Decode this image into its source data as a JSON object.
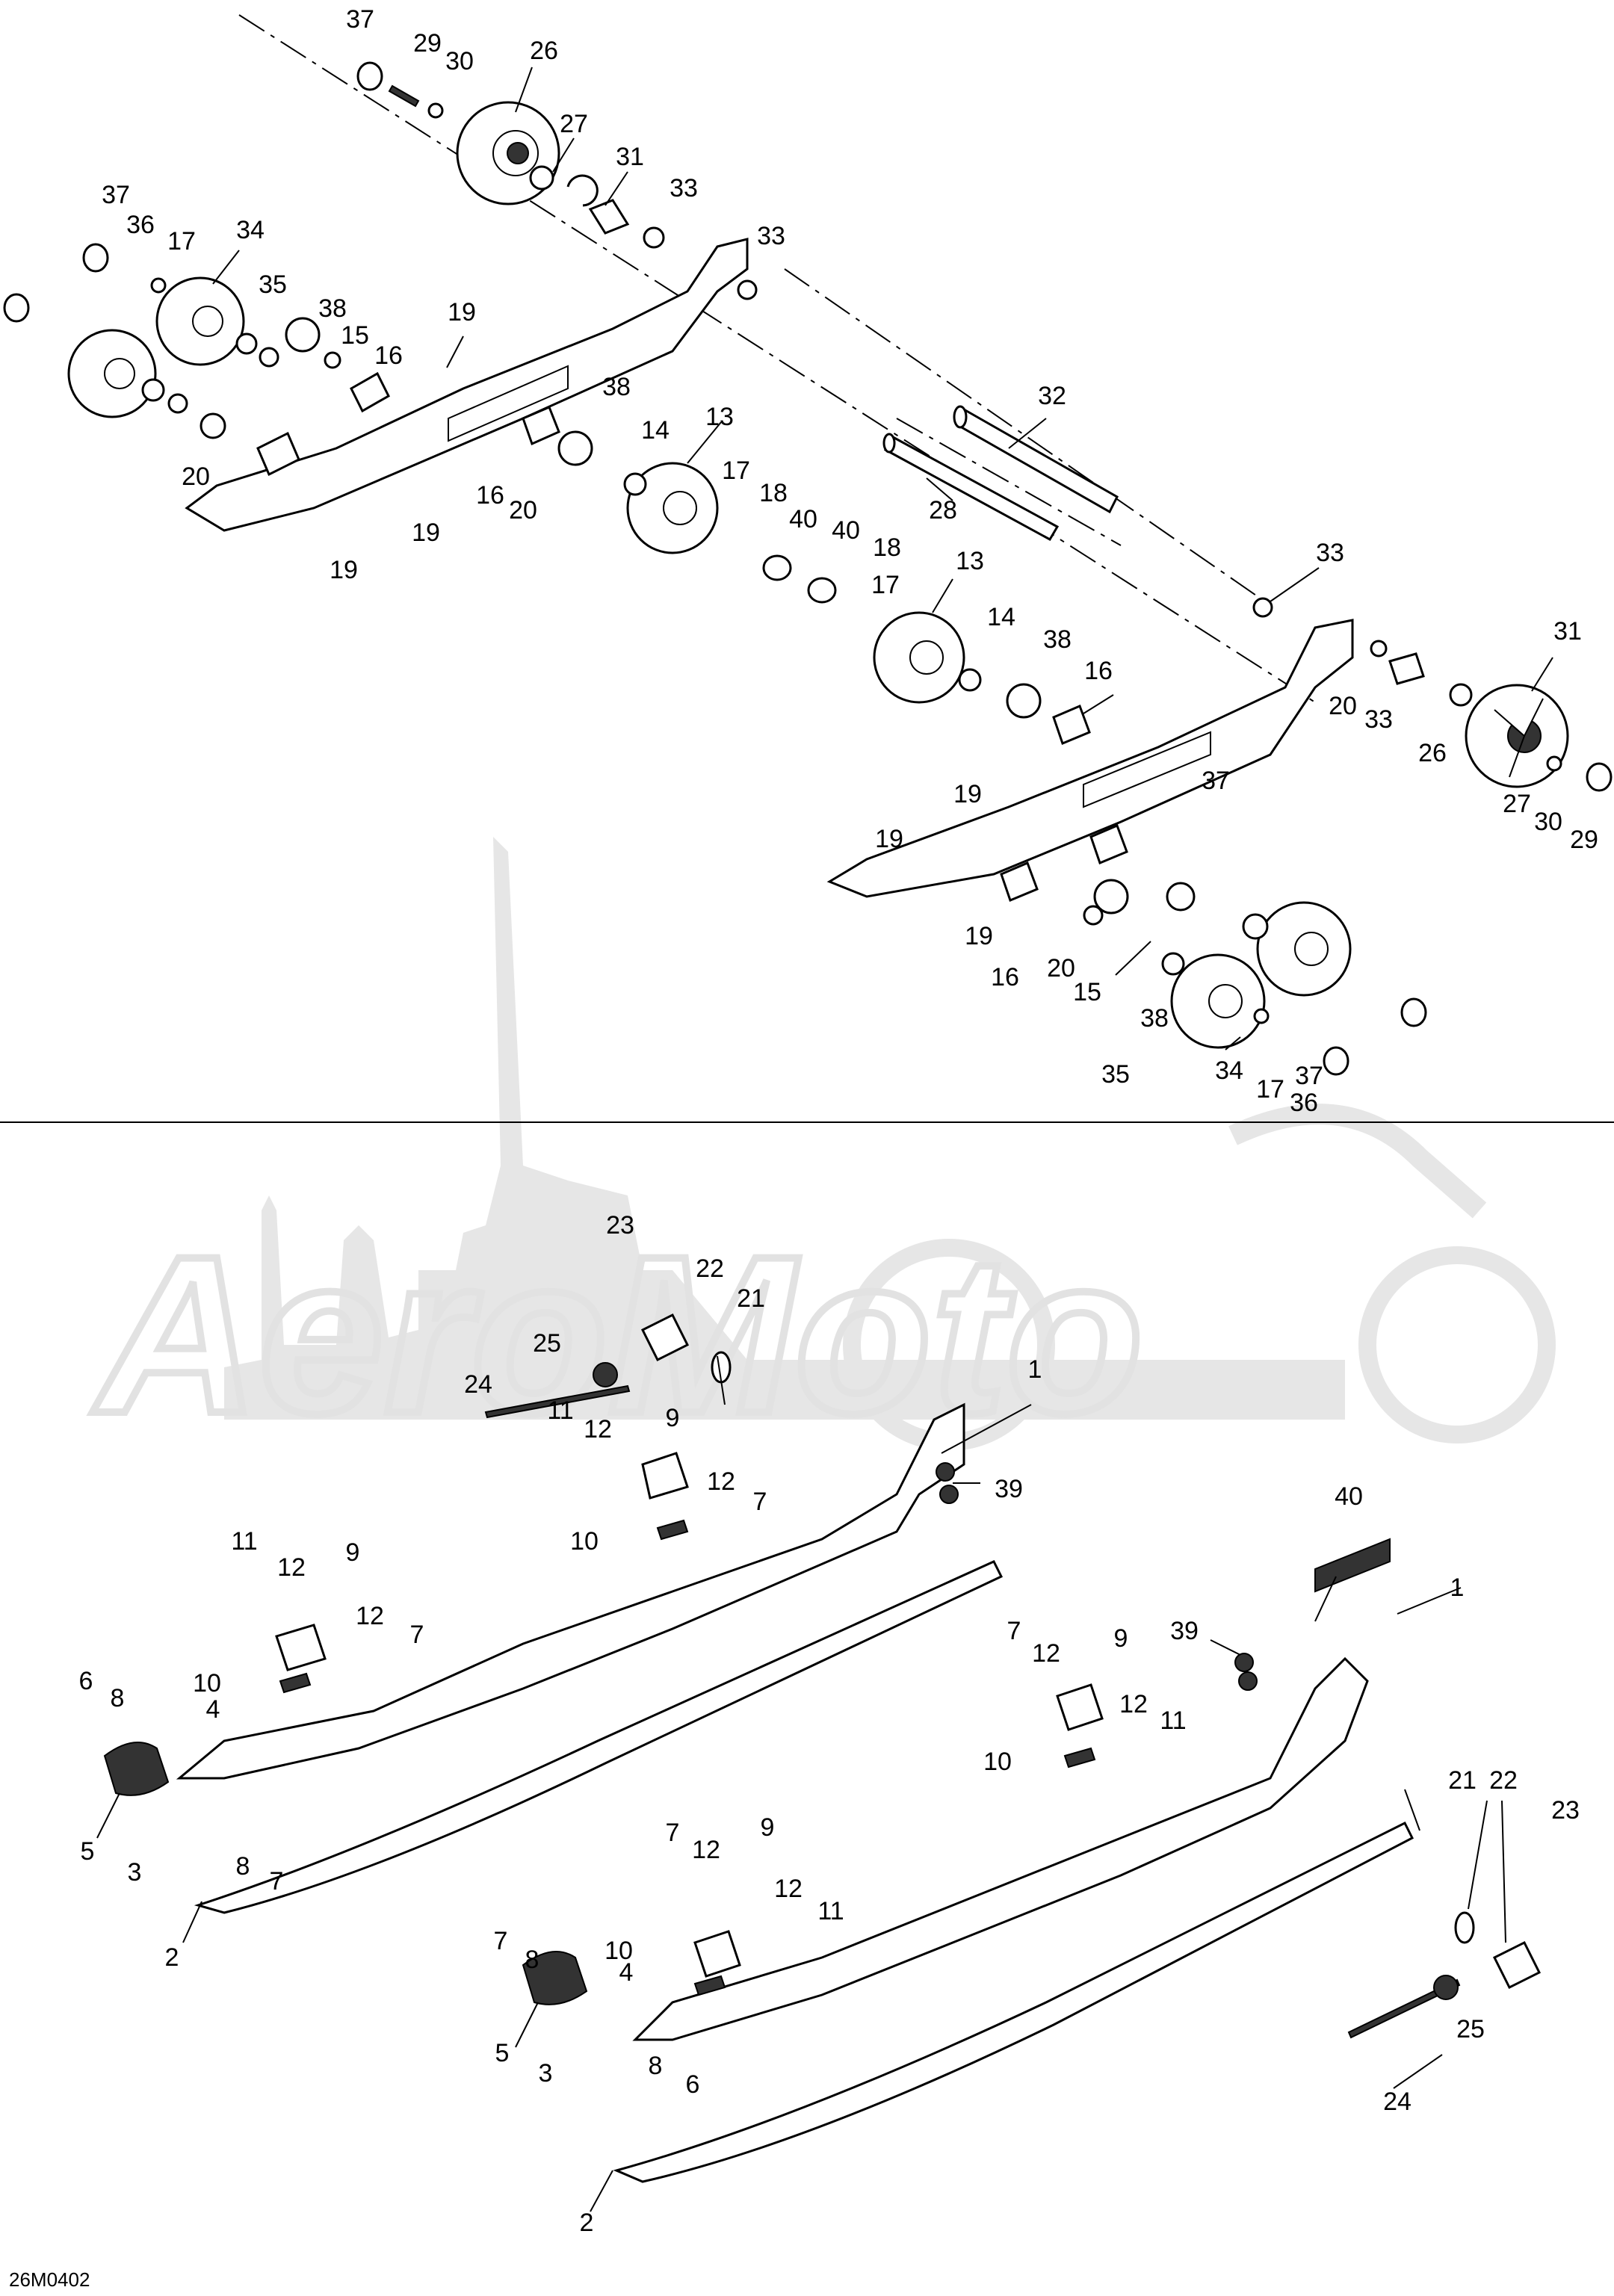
{
  "drawing_code": "26M0402",
  "watermark_text": "AeroMoto",
  "upper_callouts": [
    "37",
    "29",
    "30",
    "26",
    "27",
    "31",
    "33",
    "33",
    "37",
    "36",
    "17",
    "34",
    "35",
    "38",
    "15",
    "16",
    "19",
    "20",
    "19",
    "19",
    "16",
    "20",
    "38",
    "14",
    "13",
    "17",
    "18",
    "40",
    "32",
    "28",
    "33",
    "40",
    "18",
    "17",
    "13",
    "14",
    "38",
    "16",
    "20",
    "33",
    "31",
    "26",
    "27",
    "30",
    "29",
    "37",
    "19",
    "19",
    "19",
    "16",
    "20",
    "15",
    "38",
    "35",
    "34",
    "17",
    "36",
    "37"
  ],
  "lower_callouts": [
    "23",
    "22",
    "21",
    "25",
    "24",
    "11",
    "12",
    "9",
    "1",
    "39",
    "12",
    "7",
    "10",
    "11",
    "12",
    "9",
    "12",
    "7",
    "10",
    "6",
    "8",
    "4",
    "5",
    "3",
    "8",
    "7",
    "2",
    "40",
    "1",
    "7",
    "12",
    "9",
    "39",
    "12",
    "11",
    "10",
    "21",
    "22",
    "23",
    "7",
    "12",
    "9",
    "12",
    "11",
    "10",
    "7",
    "8",
    "4",
    "5",
    "3",
    "8",
    "6",
    "25",
    "24",
    "2"
  ]
}
